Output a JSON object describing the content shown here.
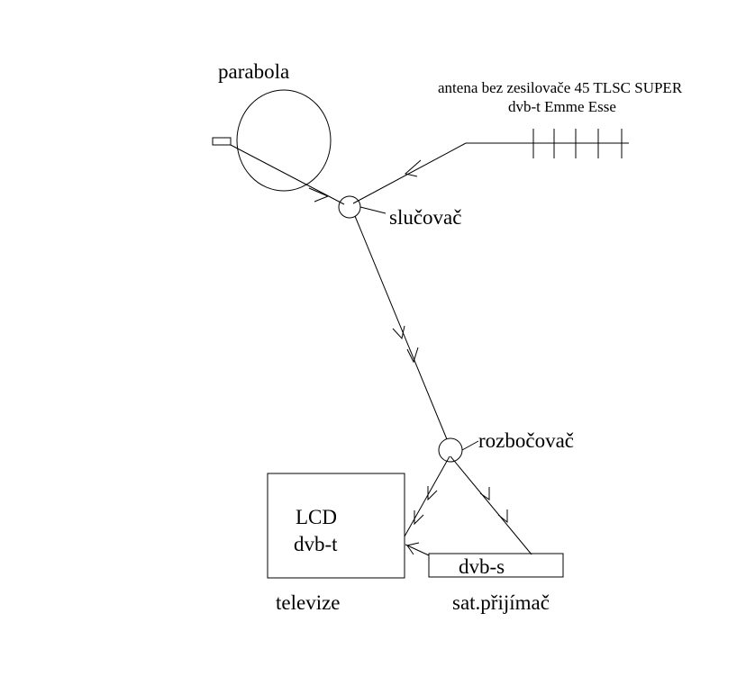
{
  "labels": {
    "parabola": "parabola",
    "antenna_line1": "antena bez zesilovače 45 TLSC SUPER",
    "antenna_line2": "dvb-t Emme Esse",
    "combiner": "slučovač",
    "splitter": "rozbočovač",
    "tv_screen_line1": "LCD",
    "tv_screen_line2": "dvb-t",
    "tv_caption": "televize",
    "receiver_box": "dvb-s",
    "receiver_caption": "sat.přijímač"
  },
  "colors": {
    "stroke": "#000000",
    "background": "#ffffff"
  }
}
